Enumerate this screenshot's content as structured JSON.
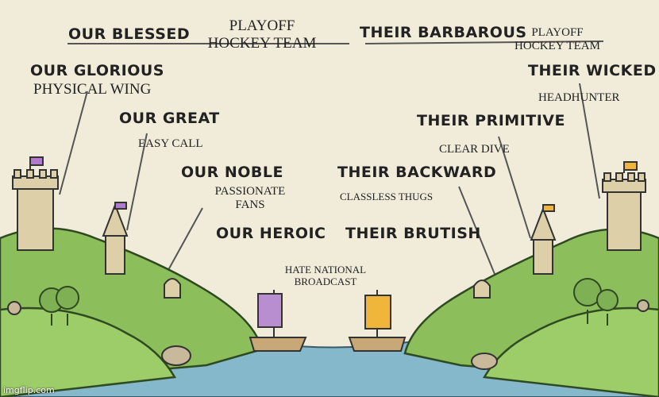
{
  "panel": {
    "left_labels": {
      "blessed": "OUR BLESSED",
      "glorious": "OUR GLORIOUS",
      "great": "OUR GREAT",
      "noble": "OUR NOBLE",
      "heroic": "OUR HEROIC"
    },
    "right_labels": {
      "barbarous": "THEIR BARBAROUS",
      "wicked": "THEIR WICKED",
      "primitive": "THEIR PRIMITIVE",
      "backward": "THEIR BACKWARD",
      "brutish": "THEIR BRUTISH"
    },
    "left_captions": {
      "team": "PLAYOFF\nHOCKEY TEAM",
      "wing": "PHYSICAL WING",
      "call": "EASY CALL",
      "fans": "PASSIONATE\nFANS"
    },
    "right_captions": {
      "team": "PLAYOFF\nHOCKEY TEAM",
      "headhunter": "HEADHUNTER",
      "dive": "CLEAR DIVE",
      "thugs": "CLASSLESS THUGS"
    },
    "center_caption": "HATE NATIONAL\nBROADCAST",
    "watermark": "imgflip.com",
    "colors": {
      "paper": "#f1ecd9",
      "grass": "#8cbf5c",
      "water": "#86b8cc",
      "stone": "#ddd0a8",
      "sail_left": "#b88ed0",
      "sail_right": "#f0b53b",
      "flag_left": "#b07bcc",
      "flag_right": "#f0b53b"
    }
  }
}
